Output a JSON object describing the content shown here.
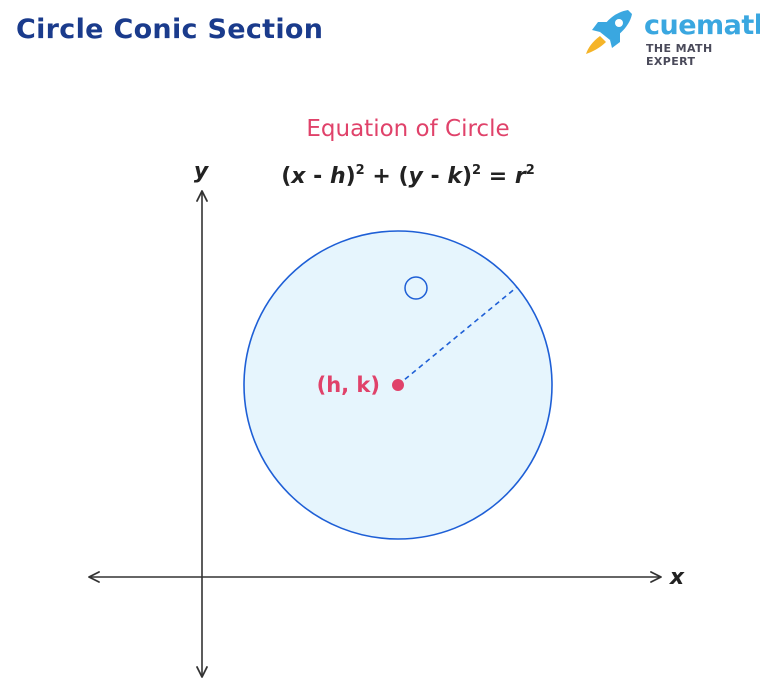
{
  "header": {
    "title": "Circle Conic Section",
    "title_color": "#1a3b8c"
  },
  "logo": {
    "brand": "cuemath",
    "tagline": "THE MATH EXPERT",
    "brand_color": "#3aa7e0",
    "tagline_color": "#4a4a5a",
    "rocket_color": "#3aa7e0",
    "flame_color": "#f5b428"
  },
  "diagram": {
    "heading": "Equation of Circle",
    "heading_color": "#e0426a",
    "formula": {
      "lhs1": "(",
      "x": "x",
      "minus1": " - ",
      "h": "h",
      "close1": ")",
      "exp1": "2",
      "plus": " + ",
      "open2": "(",
      "y": "y",
      "minus2": " - ",
      "k": "k",
      "close2": ")",
      "exp2": "2",
      "equals": " = ",
      "r": "r",
      "exp3": "2"
    },
    "x_axis_label": "x",
    "y_axis_label": "y",
    "center_label": "(h, k)",
    "center_color": "#e0426a",
    "circle_stroke": "#1e5fd6",
    "circle_fill": "#e6f5fd",
    "axis_color": "#333333"
  }
}
